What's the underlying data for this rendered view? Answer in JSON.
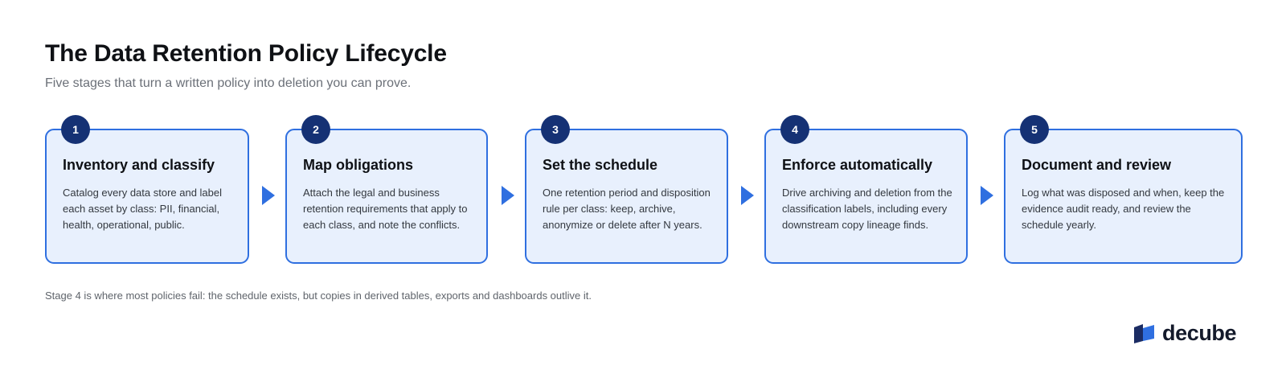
{
  "header": {
    "title": "The Data Retention Policy Lifecycle",
    "subtitle": "Five stages that turn a written policy into deletion you can prove."
  },
  "stages": [
    {
      "number": "1",
      "title": "Inventory and classify",
      "description": "Catalog every data store and label each asset by class: PII, financial, health, operational, public."
    },
    {
      "number": "2",
      "title": "Map obligations",
      "description": "Attach the legal and business retention requirements that apply to each class, and note the conflicts."
    },
    {
      "number": "3",
      "title": "Set the schedule",
      "description": "One retention period and disposition rule per class: keep, archive, anonymize or delete after N years."
    },
    {
      "number": "4",
      "title": "Enforce automatically",
      "description": "Drive archiving and deletion from the classification labels, including every downstream copy lineage finds."
    },
    {
      "number": "5",
      "title": "Document and review",
      "description": "Log what was disposed and when, keep the evidence audit ready, and review the schedule yearly."
    }
  ],
  "footnote": "Stage 4 is where most policies fail: the schedule exists, but copies in derived tables, exports and dashboards outlive it.",
  "brand": {
    "name": "decube"
  },
  "colors": {
    "card_fill": "#e8f0fd",
    "card_border": "#2f6fe0",
    "number_badge": "#153174",
    "arrow": "#2f6fe0"
  },
  "icons": {
    "connector": "triangle-right-icon",
    "logo": "decube-logo-icon"
  }
}
